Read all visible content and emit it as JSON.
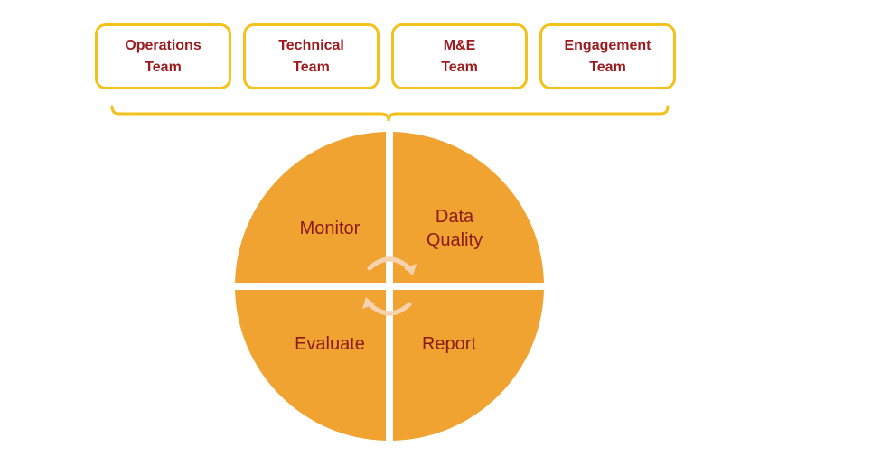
{
  "teams": [
    {
      "label": "Operations\nTeam"
    },
    {
      "label": "Technical\nTeam"
    },
    {
      "label": "M&E\nTeam"
    },
    {
      "label": "Engagement\nTeam"
    }
  ],
  "cycle": {
    "top_left": "Monitor",
    "top_right": "Data\nQuality",
    "bottom_left": "Evaluate",
    "bottom_right": "Report"
  },
  "colors": {
    "team_border": "#f3c21a",
    "team_text": "#9c1b1e",
    "quadrant_fill": "#f0a330",
    "quadrant_text": "#8a1a1a",
    "bracket": "#f3c21a",
    "cycle_arrows": "#f6d2b0"
  }
}
